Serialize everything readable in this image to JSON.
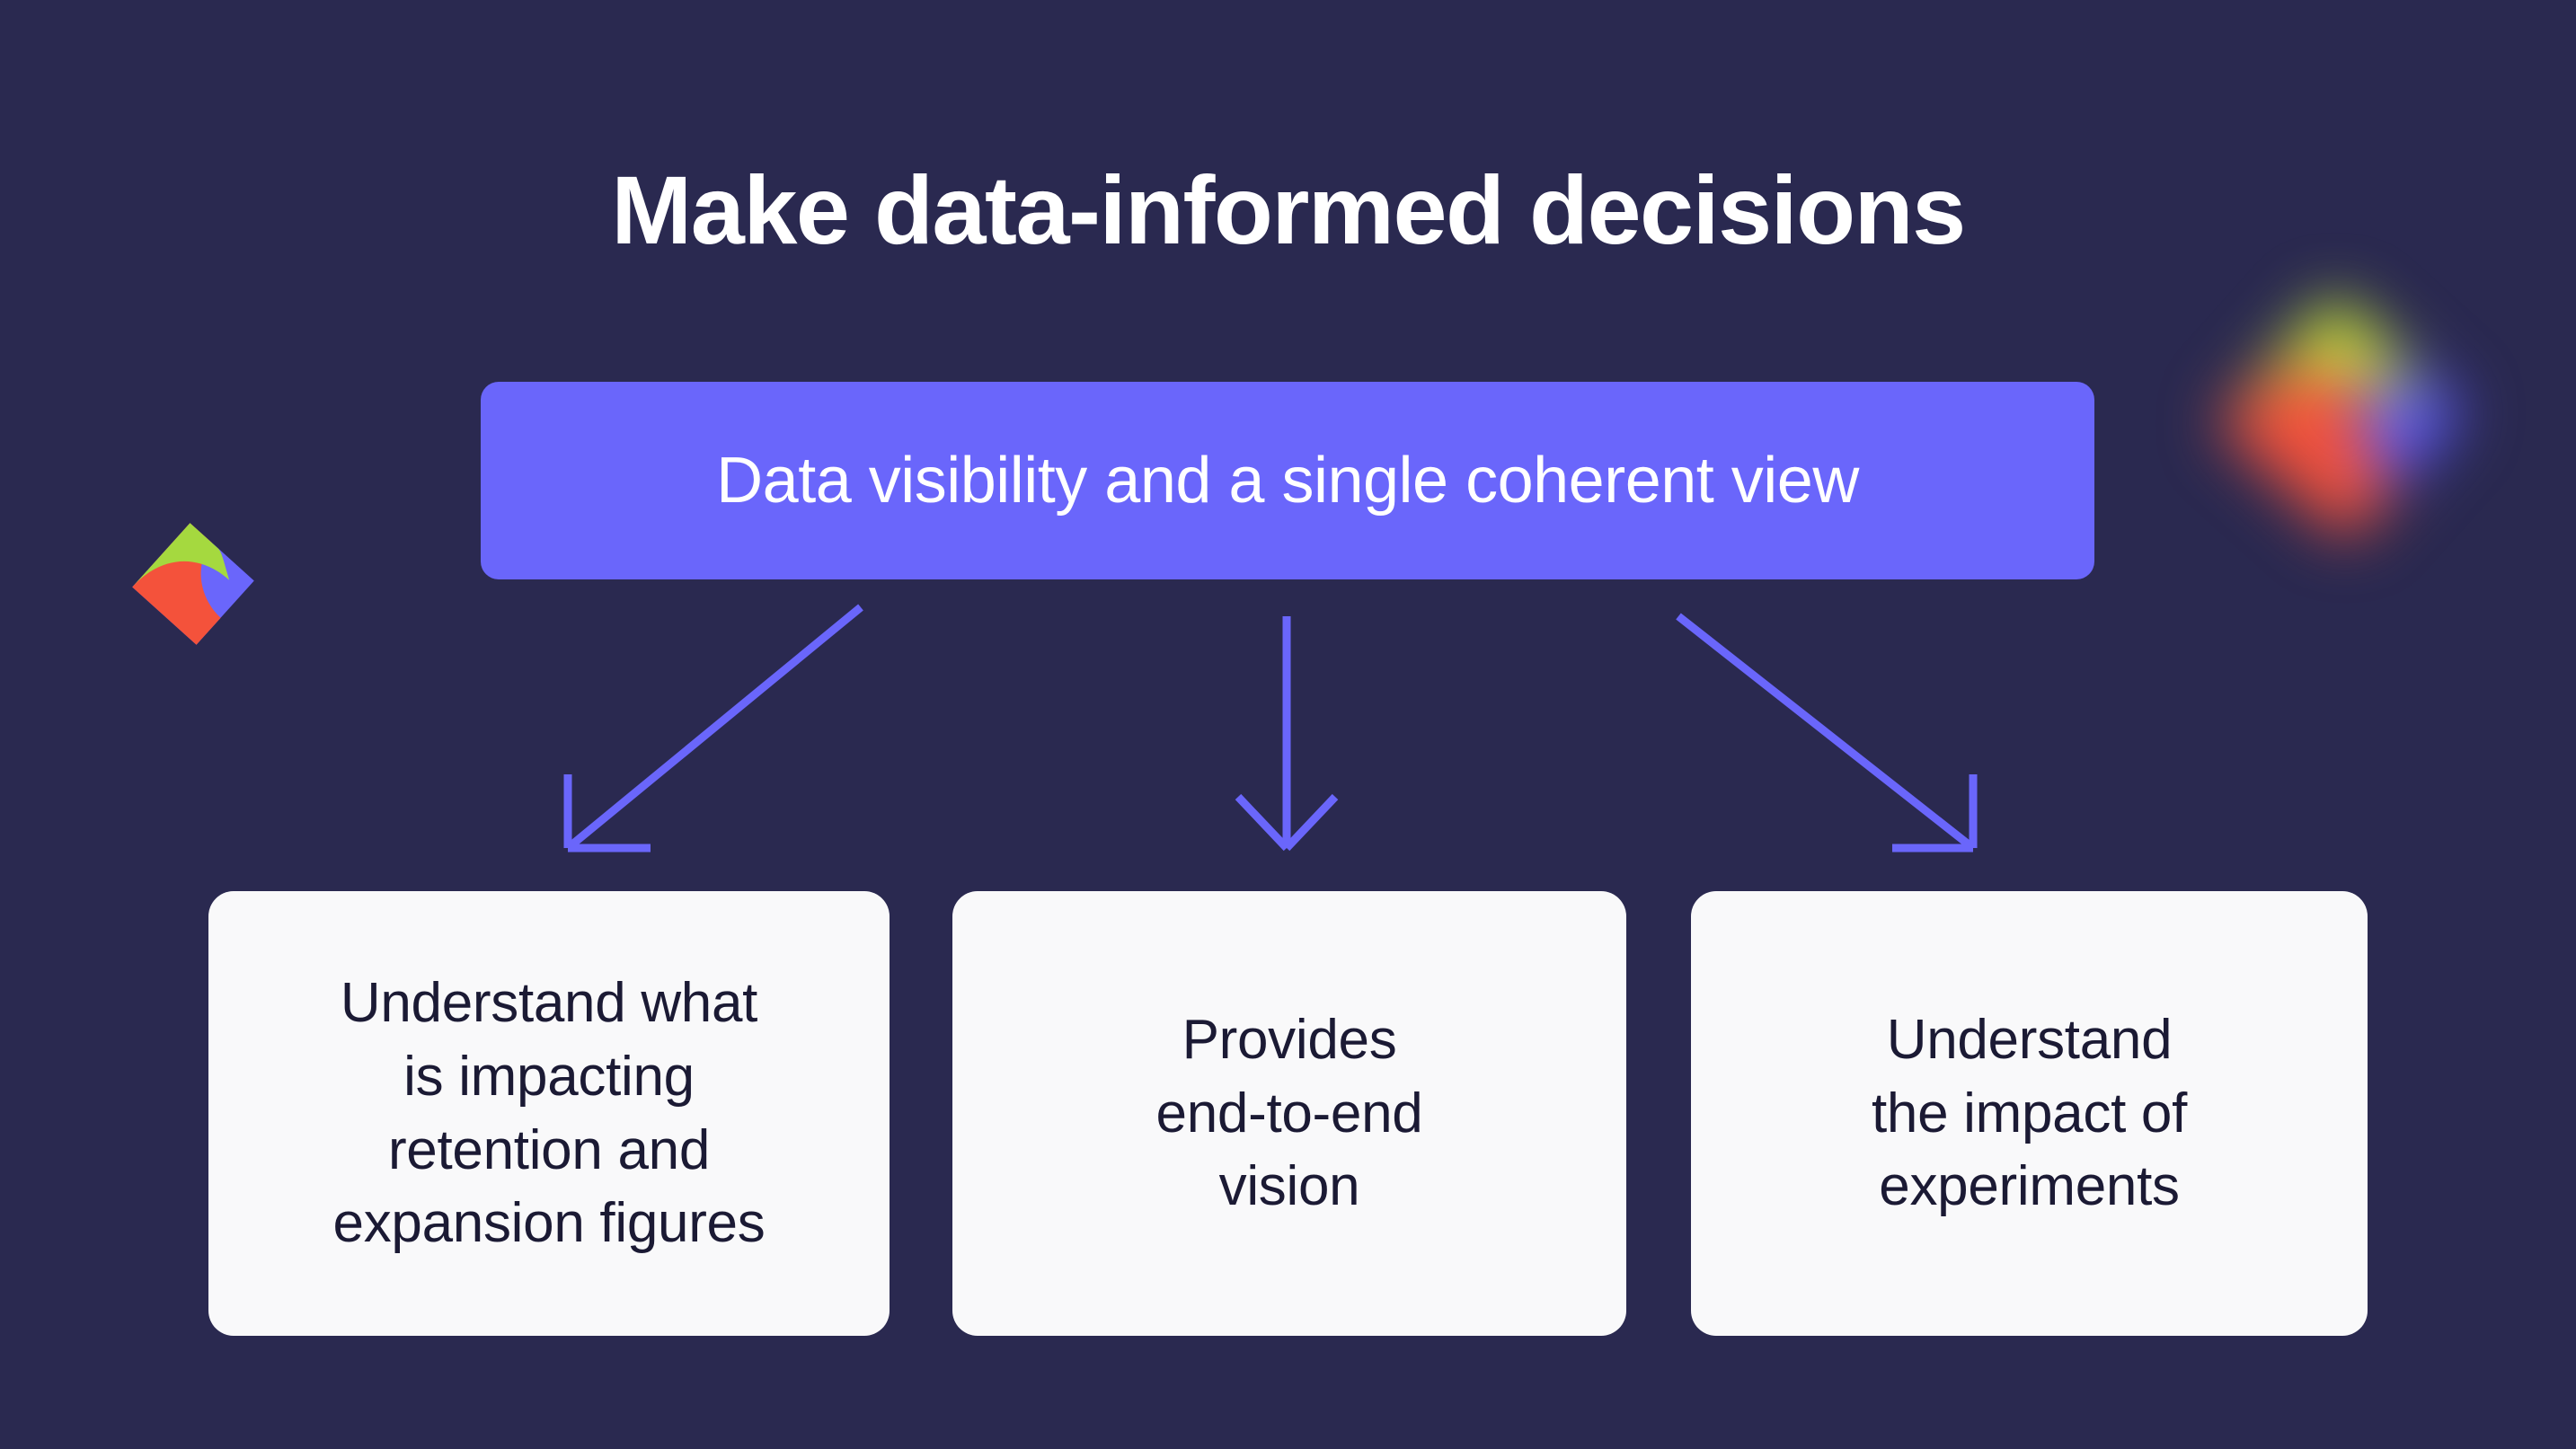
{
  "page": {
    "title": "Make data-informed decisions",
    "background_color": "#2a2950"
  },
  "banner": {
    "label": "Data visibility and a single coherent view",
    "background_color": "#6a66fb",
    "text_color": "#ffffff"
  },
  "cards": [
    {
      "text": "Understand what\nis impacting\nretention and\nexpansion figures",
      "background_color": "#f9f9fa",
      "text_color": "#1b1a34"
    },
    {
      "text": "Provides\nend-to-end\nvision",
      "background_color": "#f9f9fa",
      "text_color": "#1b1a34"
    },
    {
      "text": "Understand\nthe impact of\nexperiments",
      "background_color": "#f9f9fa",
      "text_color": "#1b1a34"
    }
  ],
  "connectors": [
    {
      "name": "arrow-to-card-1",
      "direction": "down-left",
      "color": "#6a66fb"
    },
    {
      "name": "arrow-to-card-2",
      "direction": "down",
      "color": "#6a66fb"
    },
    {
      "name": "arrow-to-card-3",
      "direction": "down-right",
      "color": "#6a66fb"
    }
  ],
  "decorations": {
    "logo_mark": {
      "name": "brand-logo-icon",
      "colors": {
        "blue": "#6a66fb",
        "green": "#a5d93f",
        "red": "#f4523b"
      }
    },
    "logo_glow": {
      "name": "brand-logo-blurred-icon",
      "colors": {
        "blue": "#5a57f5",
        "green": "#c3e23a",
        "red": "#f4523b"
      }
    }
  },
  "chart_data": {
    "type": "diagram",
    "title": "Make data-informed decisions",
    "root": "Data visibility and a single coherent view",
    "children": [
      "Understand what is impacting retention and expansion figures",
      "Provides end-to-end vision",
      "Understand the impact of experiments"
    ],
    "edges": [
      {
        "from": "Data visibility and a single coherent view",
        "to": "Understand what is impacting retention and expansion figures"
      },
      {
        "from": "Data visibility and a single coherent view",
        "to": "Provides end-to-end vision"
      },
      {
        "from": "Data visibility and a single coherent view",
        "to": "Understand the impact of experiments"
      }
    ]
  }
}
